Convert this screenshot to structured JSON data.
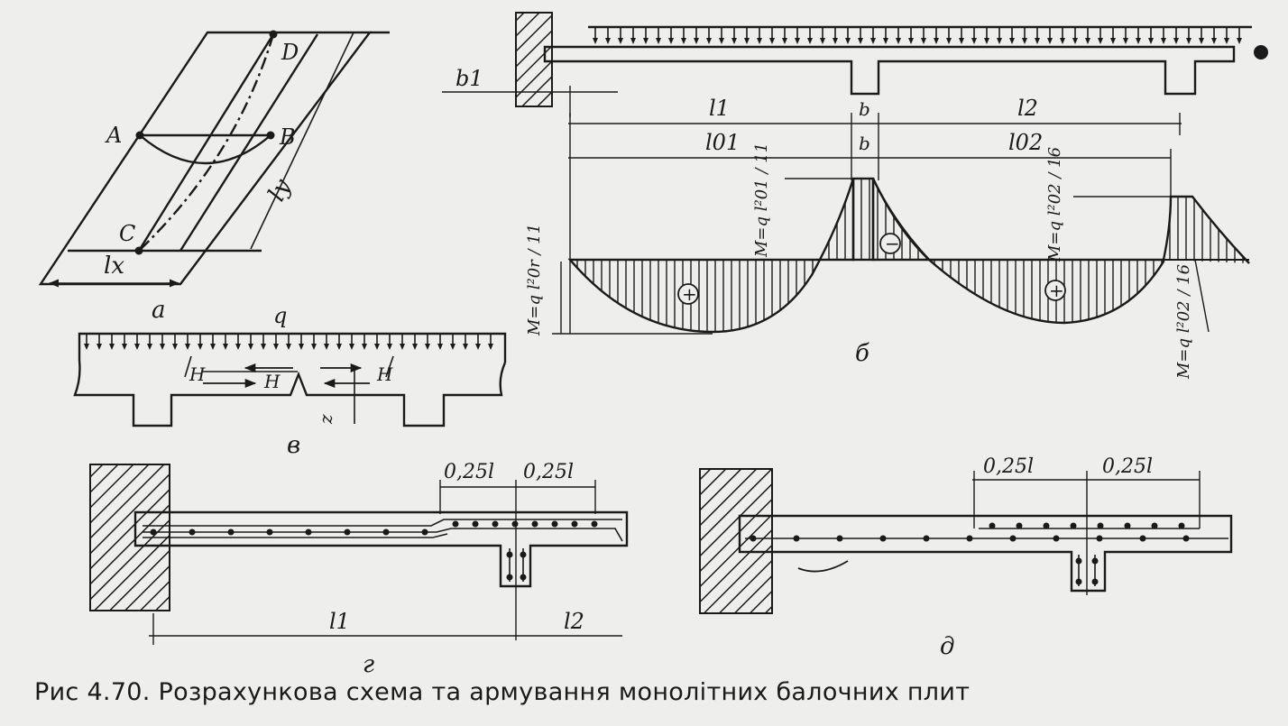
{
  "colors": {
    "paper": "#eeeeec",
    "ink": "#1a1a1a"
  },
  "panel_a": {
    "point_a": "A",
    "point_b": "B",
    "point_c": "C",
    "point_d": "D",
    "lx": "lx",
    "ly": "ly",
    "panel_letter": "a"
  },
  "panel_b": {
    "b1": "b1",
    "l1": "l1",
    "b_top": "b",
    "l2": "l2",
    "l01": "l01",
    "b_mid": "b",
    "l02": "l02",
    "moment_left_span": "M=q l²0r / 11",
    "moment_support_1": "M=q l²01 / 11",
    "moment_support_2": "M=q l²02 / 16",
    "moment_mid_span": "M=q l²02 / 16",
    "sign_plus": "+",
    "sign_minus": "−",
    "panel_letter": "б"
  },
  "panel_v": {
    "load": "q",
    "thrust": "H",
    "z": "z",
    "panel_letter": "в"
  },
  "panel_g": {
    "dim_left": "0,25l",
    "dim_right": "0,25l",
    "l1": "l1",
    "l2": "l2",
    "panel_letter": "г"
  },
  "panel_d": {
    "dim_left": "0,25l",
    "dim_right": "0,25l",
    "panel_letter": "д"
  },
  "caption": "Рис  4.70. Розрахункова схема та армування монолітних балочних плит"
}
